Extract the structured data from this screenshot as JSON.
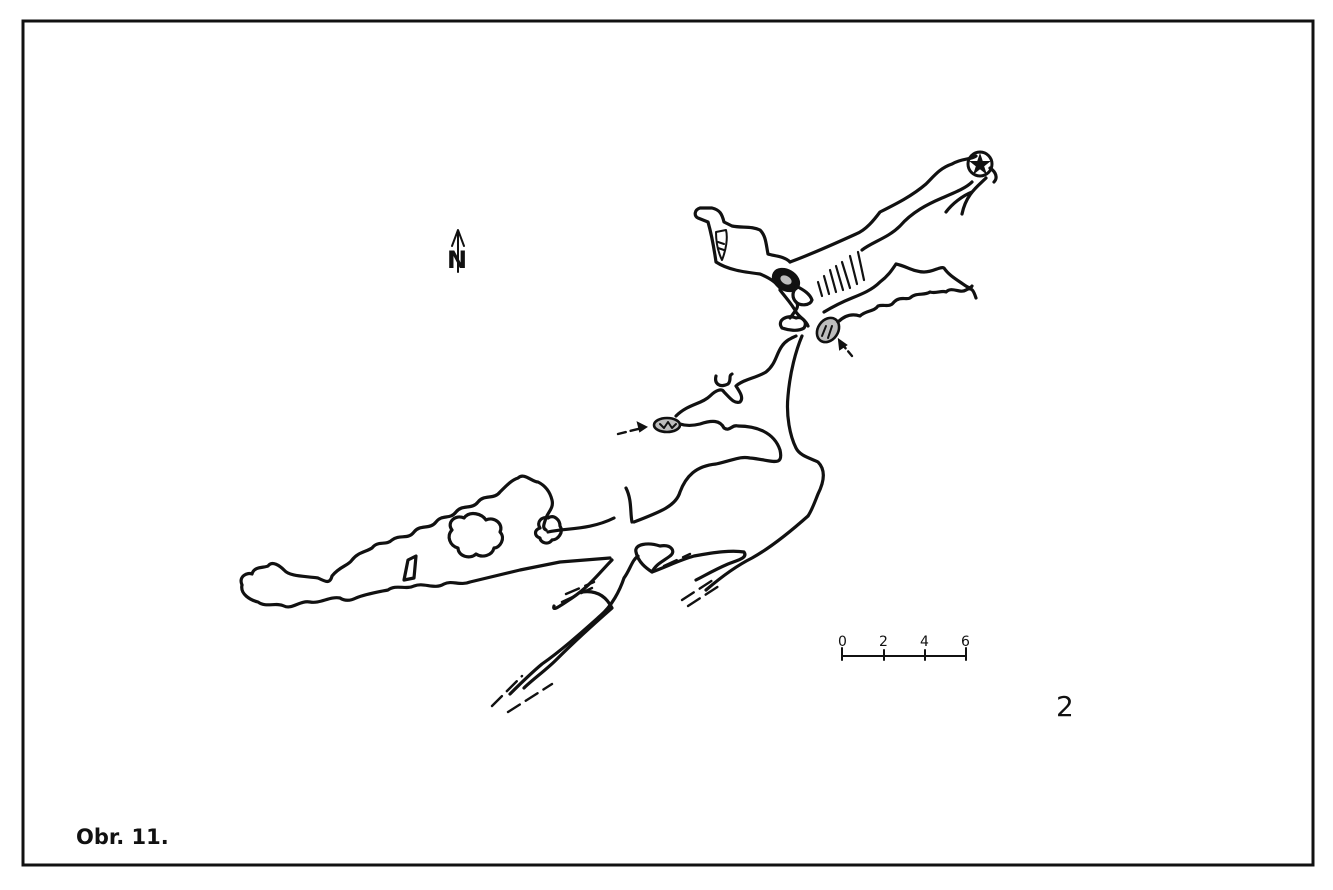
{
  "figure": {
    "caption": "Obr. 11.",
    "plate_number": "2"
  },
  "north_arrow": {
    "label": "N"
  },
  "scale_bar": {
    "ticks": [
      "0",
      "2",
      "4",
      "6"
    ]
  },
  "colors": {
    "ink": "#111111",
    "paper": "#ffffff"
  }
}
